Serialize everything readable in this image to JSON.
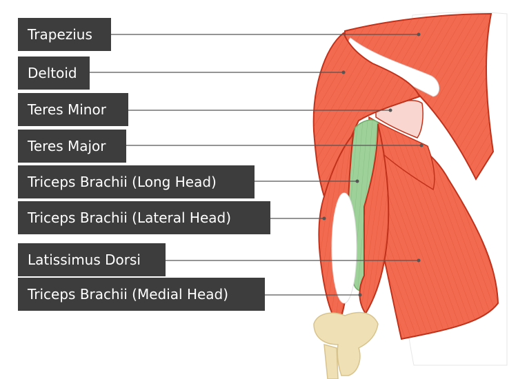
{
  "diagram": {
    "labels": [
      {
        "id": "trapezius",
        "text": "Trapezius"
      },
      {
        "id": "deltoid",
        "text": "Deltoid"
      },
      {
        "id": "teres-minor",
        "text": "Teres Minor"
      },
      {
        "id": "teres-major",
        "text": "Teres Major"
      },
      {
        "id": "triceps-long",
        "text": "Triceps Brachii (Long Head)"
      },
      {
        "id": "triceps-lateral",
        "text": "Triceps Brachii (Lateral Head)"
      },
      {
        "id": "latissimus",
        "text": "Latissimus Dorsi"
      },
      {
        "id": "triceps-medial",
        "text": "Triceps Brachii (Medial Head)"
      }
    ],
    "colors": {
      "label_background": "#3d3d3d",
      "label_text": "#ffffff",
      "muscle": "#f26a4f",
      "muscle_outline": "#c0311b",
      "highlight_muscle": "#9ed09a",
      "bone": "#efe1b5",
      "leader_line": "#555555"
    }
  }
}
